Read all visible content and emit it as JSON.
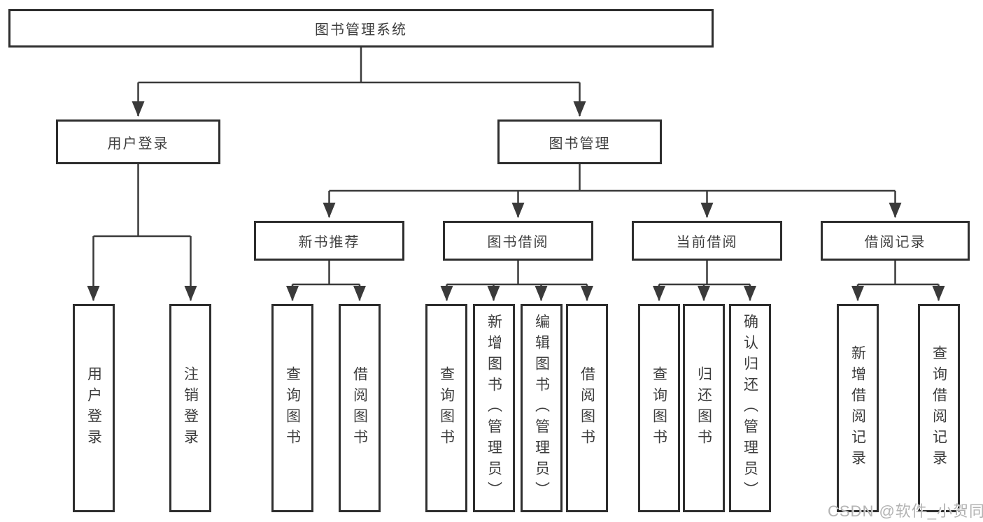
{
  "tree": {
    "label": "图书管理系统",
    "children": [
      {
        "label": "用户登录",
        "children": [
          {
            "label": "用户登录"
          },
          {
            "label": "注销登录"
          }
        ]
      },
      {
        "label": "图书管理",
        "children": [
          {
            "label": "新书推荐",
            "children": [
              {
                "label": "查询图书"
              },
              {
                "label": "借阅图书"
              }
            ]
          },
          {
            "label": "图书借阅",
            "children": [
              {
                "label": "查询图书"
              },
              {
                "label": "新增图书（管理员）"
              },
              {
                "label": "编辑图书（管理员）"
              },
              {
                "label": "借阅图书"
              }
            ]
          },
          {
            "label": "当前借阅",
            "children": [
              {
                "label": "查询图书"
              },
              {
                "label": "归还图书"
              },
              {
                "label": "确认归还（管理员）"
              }
            ]
          },
          {
            "label": "借阅记录",
            "children": [
              {
                "label": "新增借阅记录"
              },
              {
                "label": "查询借阅记录"
              }
            ]
          }
        ]
      }
    ]
  },
  "watermark": {
    "text": "CSDN @软件_小贺同学"
  },
  "colors": {
    "background": "#ffffff",
    "box_border": "#2e2e2e",
    "box_fill": "#ffffff",
    "connector": "#3a3a3a",
    "text": "#3d3d3d",
    "watermark_text": "#b3b3b3"
  }
}
